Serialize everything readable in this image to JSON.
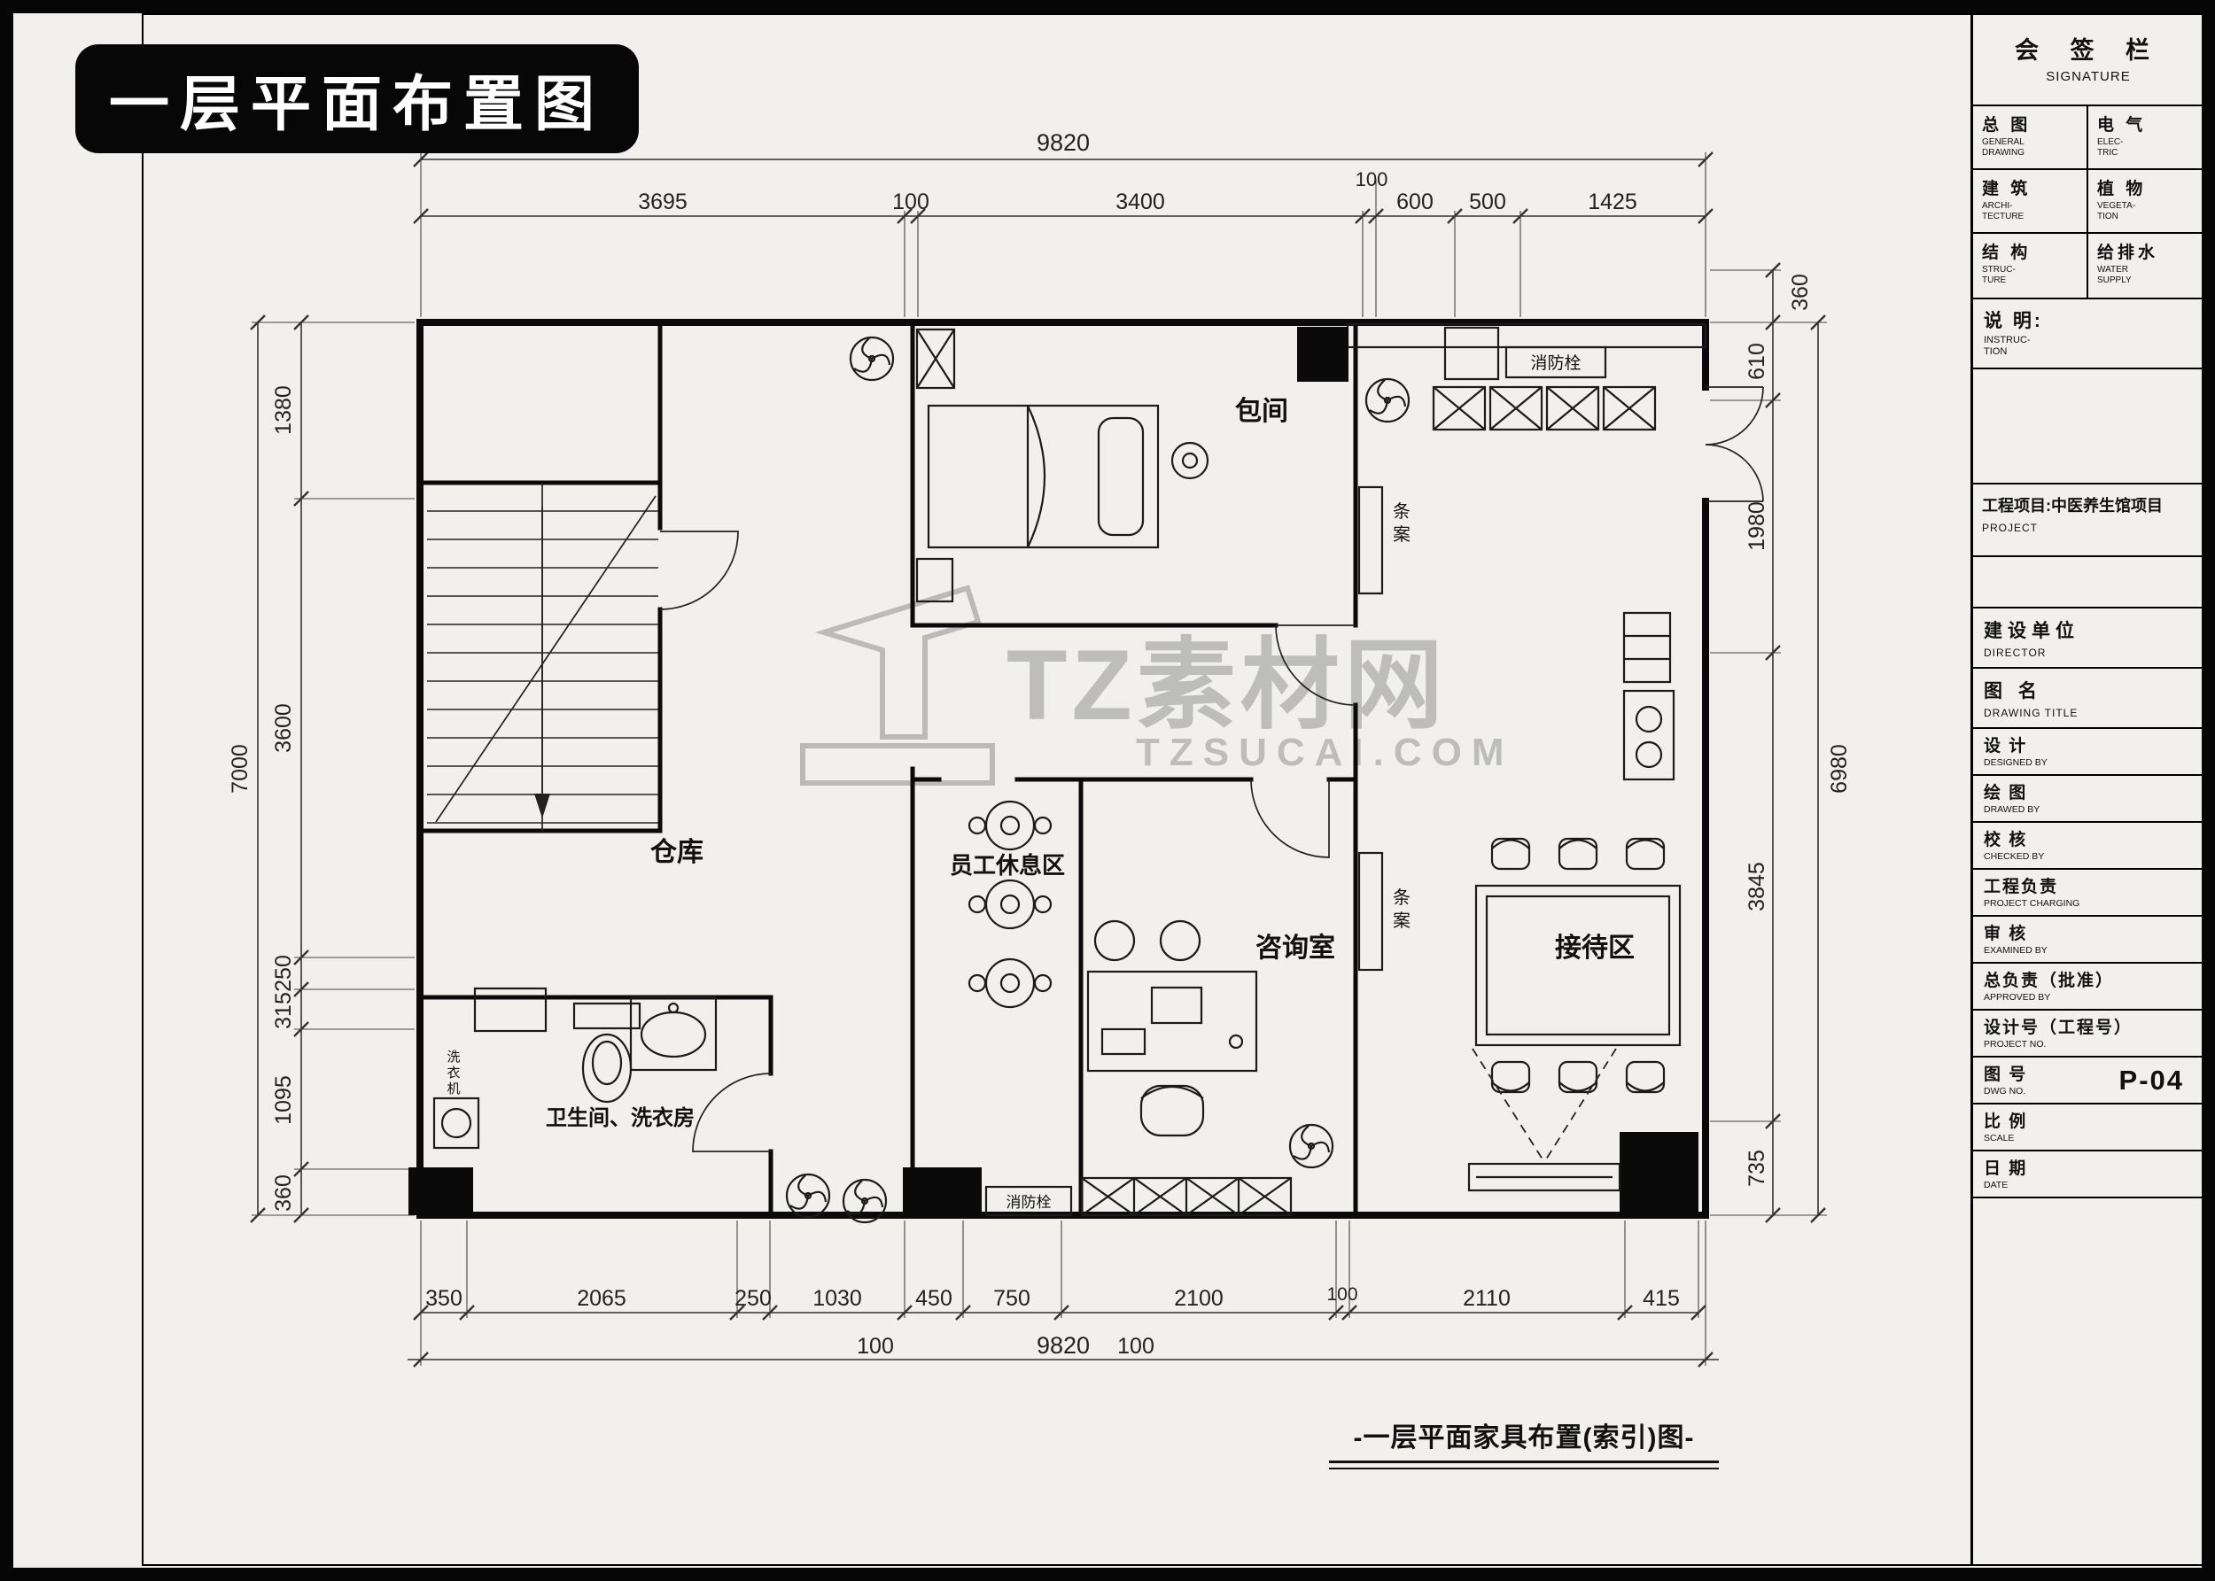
{
  "page": {
    "title_badge": "一层平面布置图",
    "caption": "-一层平面家具布置(索引)图-",
    "watermark_brand": "TZ素材网",
    "watermark_url": "TZSUCAI.COM"
  },
  "dims": {
    "top_total": "9820",
    "top_100": "100",
    "top_row2": [
      "3695",
      "100",
      "3400",
      "600",
      "500",
      "1425"
    ],
    "left_total": "7000",
    "left_segs": [
      "1380",
      "3600",
      "250",
      "315",
      "1095",
      "360"
    ],
    "right_total": "6980",
    "right_segs": [
      "360",
      "610",
      "1980",
      "3845",
      "735"
    ],
    "bottom_row1": [
      "350",
      "2065",
      "250",
      "1030",
      "450",
      "750",
      "2100",
      "100",
      "2110",
      "415"
    ],
    "bottom_row2": [
      "100",
      "9820",
      "100"
    ]
  },
  "rooms": {
    "cangku": "仓库",
    "baojian": "包间",
    "staff": "员工休息区",
    "zixun": "咨询室",
    "jiedai": "接待区",
    "bathroom": "卫生间、洗衣房",
    "hydrant1": "消防栓",
    "hydrant2": "消防栓",
    "washer": "洗衣机",
    "console1": "条案",
    "console2": "条案"
  },
  "titleblock": {
    "header_cn": "会 签 栏",
    "header_en": "SIGNATURE",
    "grid": [
      {
        "cn": "总 图",
        "en": "GENERAL\nDRAWING"
      },
      {
        "cn": "电 气",
        "en": "ELEC-\nTRIC"
      },
      {
        "cn": "建 筑",
        "en": "ARCHI-\nTECTURE"
      },
      {
        "cn": "植 物",
        "en": "VEGETA-\nTION"
      },
      {
        "cn": "结 构",
        "en": "STRUC-\nTURE"
      },
      {
        "cn": "给排水",
        "en": "WATER\nSUPPLY"
      }
    ],
    "instruction_cn": "说  明:",
    "instruction_en": "INSTRUC-\nTION",
    "project_cn": "工程项目:中医养生馆项目",
    "project_en": "PROJECT",
    "director_cn": "建设单位",
    "director_en": "DIRECTOR",
    "dtitle_cn": "图  名",
    "dtitle_en": "DRAWING TITLE",
    "rows": [
      {
        "cn": "设  计",
        "en": "DESIGNED  BY",
        "value": ""
      },
      {
        "cn": "绘  图",
        "en": "DRAWED  BY",
        "value": ""
      },
      {
        "cn": "校  核",
        "en": "CHECKED  BY",
        "value": ""
      },
      {
        "cn": "工程负责",
        "en": "PROJECT  CHARGING",
        "value": ""
      },
      {
        "cn": "审  核",
        "en": "EXAMINED  BY",
        "value": ""
      },
      {
        "cn": "总负责（批准）",
        "en": "APPROVED  BY",
        "value": ""
      },
      {
        "cn": "设计号（工程号）",
        "en": "PROJECT  NO.",
        "value": ""
      },
      {
        "cn": "图  号",
        "en": "DWG NO.",
        "value": "P-04"
      },
      {
        "cn": "比  例",
        "en": "SCALE",
        "value": ""
      },
      {
        "cn": "日  期",
        "en": "DATE",
        "value": ""
      }
    ]
  }
}
